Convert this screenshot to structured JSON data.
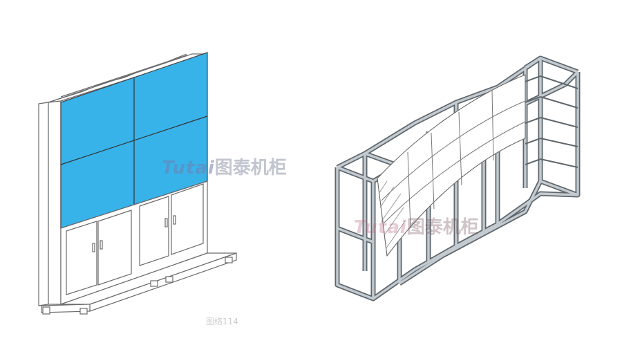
{
  "watermark": {
    "brand": "Tutai",
    "chinese": "图泰机柜",
    "site": "图络114"
  },
  "colors": {
    "screen_blue": "#38b3ea",
    "line": "#555555",
    "frame": "#9aa3aa",
    "frame_dark": "#5f676d"
  }
}
